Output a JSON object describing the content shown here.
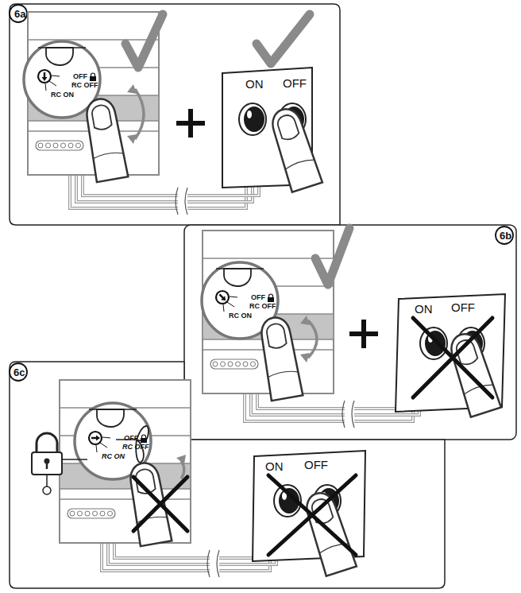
{
  "diagram": {
    "labels": [
      "6a",
      "OFF",
      "RC OFF",
      "RC ON",
      "ON",
      "OFF",
      "6b",
      "OFF",
      "RC OFF",
      "RC ON",
      "ON",
      "OFF",
      "6c",
      "OFF",
      "RC OFF",
      "RC ON",
      "ON",
      "OFF"
    ]
  }
}
